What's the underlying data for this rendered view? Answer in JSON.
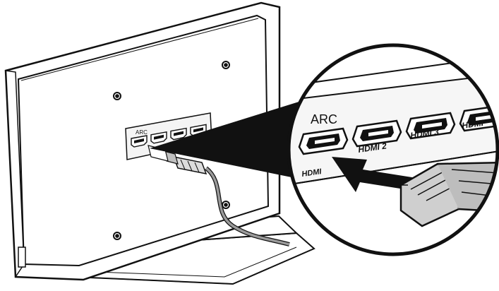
{
  "diagram": {
    "colors": {
      "line": "#111111",
      "tv_back": "#ffffff",
      "panel": "#f4f4f4",
      "cable": "#9a9a9a",
      "connector": "#cfcfcf",
      "callout": "#111111"
    },
    "tv": {
      "ports": [
        {
          "label": "ARC"
        },
        {
          "label": ""
        },
        {
          "label": ""
        },
        {
          "label": ""
        }
      ]
    },
    "zoom": {
      "arc_label": "ARC",
      "port_labels": [
        "HDMI",
        "HDMI 2",
        "HDMI 3",
        "HDMI"
      ]
    }
  }
}
